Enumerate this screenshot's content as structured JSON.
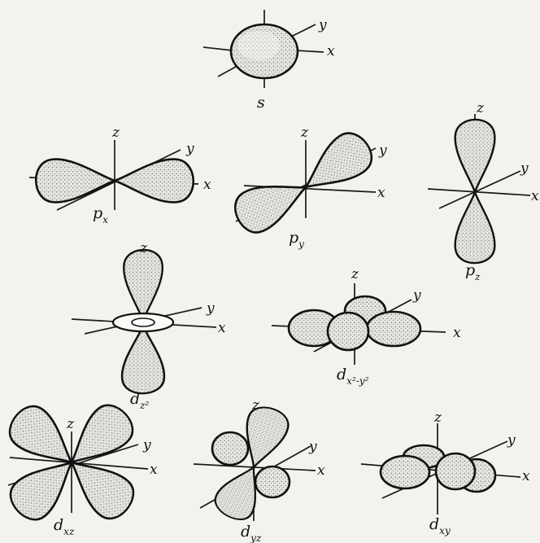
{
  "axes": {
    "x": "x",
    "y": "y",
    "z": "z"
  },
  "orbitals": {
    "s": {
      "label": "s"
    },
    "px": {
      "label": "p",
      "sub": "x"
    },
    "py": {
      "label": "p",
      "sub": "y"
    },
    "pz": {
      "label": "p",
      "sub": "z"
    },
    "dz2": {
      "label": "d",
      "sub": "z²"
    },
    "dx2y2": {
      "label": "d",
      "sub": "x²-y²"
    },
    "dxz": {
      "label": "d",
      "sub": "xz"
    },
    "dyz": {
      "label": "d",
      "sub": "yz"
    },
    "dxy": {
      "label": "d",
      "sub": "xy"
    }
  }
}
